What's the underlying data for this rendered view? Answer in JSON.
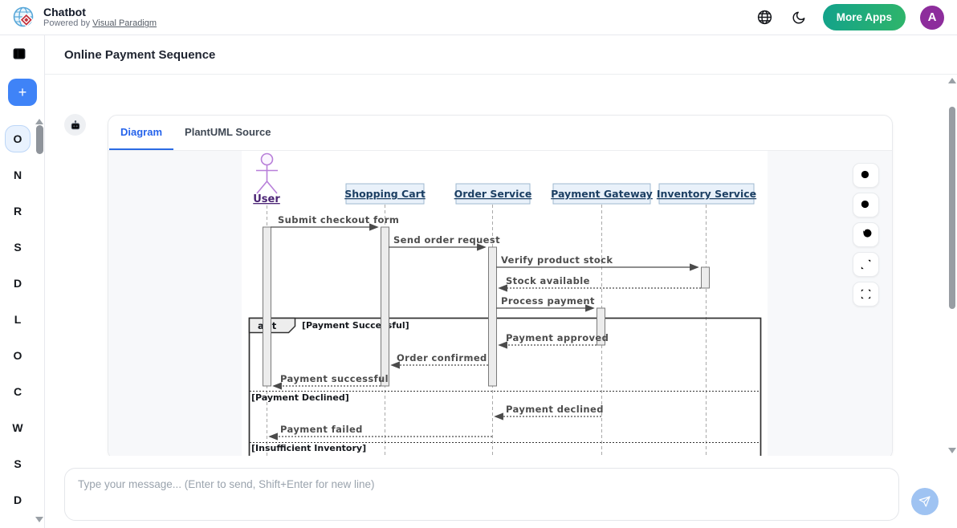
{
  "header": {
    "app_title": "Chatbot",
    "powered_by_prefix": "Powered by",
    "powered_by_link": "Visual Paradigm",
    "more_apps_label": "More Apps",
    "avatar_letter": "A"
  },
  "page": {
    "title": "Online Payment Sequence"
  },
  "sidebar": {
    "new_chat_label": "+",
    "items": [
      {
        "label": "O",
        "active": true
      },
      {
        "label": "N",
        "active": false
      },
      {
        "label": "R",
        "active": false
      },
      {
        "label": "S",
        "active": false
      },
      {
        "label": "D",
        "active": false
      },
      {
        "label": "L",
        "active": false
      },
      {
        "label": "O",
        "active": false
      },
      {
        "label": "C",
        "active": false
      },
      {
        "label": "W",
        "active": false
      },
      {
        "label": "S",
        "active": false
      },
      {
        "label": "D",
        "active": false
      }
    ]
  },
  "chat": {
    "tabs": [
      {
        "label": "Diagram",
        "active": true
      },
      {
        "label": "PlantUML Source",
        "active": false
      }
    ]
  },
  "composer": {
    "placeholder": "Type your message... (Enter to send, Shift+Enter for new line)"
  },
  "diagram": {
    "type": "sequence",
    "actor": {
      "name": "User"
    },
    "participants": [
      "Shopping Cart",
      "Order Service",
      "Payment Gateway",
      "Inventory Service"
    ],
    "frame": {
      "operator": "alt",
      "guard_success": "[Payment Successful]",
      "guard_declined": "[Payment Declined]",
      "guard_inventory": "[Insufficient Inventory]"
    },
    "messages": [
      {
        "label": "Submit checkout form",
        "from": "User",
        "to": "Shopping Cart",
        "kind": "solid"
      },
      {
        "label": "Send order request",
        "from": "Shopping Cart",
        "to": "Order Service",
        "kind": "solid"
      },
      {
        "label": "Verify product stock",
        "from": "Order Service",
        "to": "Inventory Service",
        "kind": "solid"
      },
      {
        "label": "Stock available",
        "from": "Inventory Service",
        "to": "Order Service",
        "kind": "return"
      },
      {
        "label": "Process payment",
        "from": "Order Service",
        "to": "Payment Gateway",
        "kind": "solid"
      },
      {
        "label": "Payment approved",
        "from": "Payment Gateway",
        "to": "Order Service",
        "kind": "return"
      },
      {
        "label": "Order confirmed",
        "from": "Order Service",
        "to": "Shopping Cart",
        "kind": "return"
      },
      {
        "label": "Payment successful",
        "from": "Shopping Cart",
        "to": "User",
        "kind": "return"
      },
      {
        "label": "Payment declined",
        "from": "Payment Gateway",
        "to": "Order Service",
        "kind": "return"
      },
      {
        "label": "Payment failed",
        "from": "Order Service",
        "to": "User",
        "kind": "return"
      }
    ]
  },
  "icons": {
    "sidebar-toggle-icon": "panel-left",
    "new-chat-icon": "plus",
    "language-icon": "globe",
    "theme-icon": "moon-crescent",
    "bot-icon": "robot",
    "zoom-in-icon": "magnifier-plus",
    "zoom-out-icon": "magnifier-minus",
    "reset-view-icon": "rotate-ccw",
    "expand-icon": "arrows-out",
    "fullscreen-icon": "corner-brackets",
    "send-icon": "paper-plane"
  },
  "colors": {
    "accent_blue": "#3f83f7",
    "tab_active_blue": "#2563eb",
    "more_apps_gradient": [
      "#12a28b",
      "#2fb56a"
    ],
    "avatar_purple": "#8d2d9c",
    "send_button_disabled": "#9fc3f2",
    "actor_purple": "#b87fd9",
    "participant_fill": "#e9f1fa",
    "participant_border": "#9fb9d0",
    "participant_text": "#1c3f63",
    "diagram_canvas": "#ffffff",
    "viewer_background": "#f7f8fa"
  }
}
